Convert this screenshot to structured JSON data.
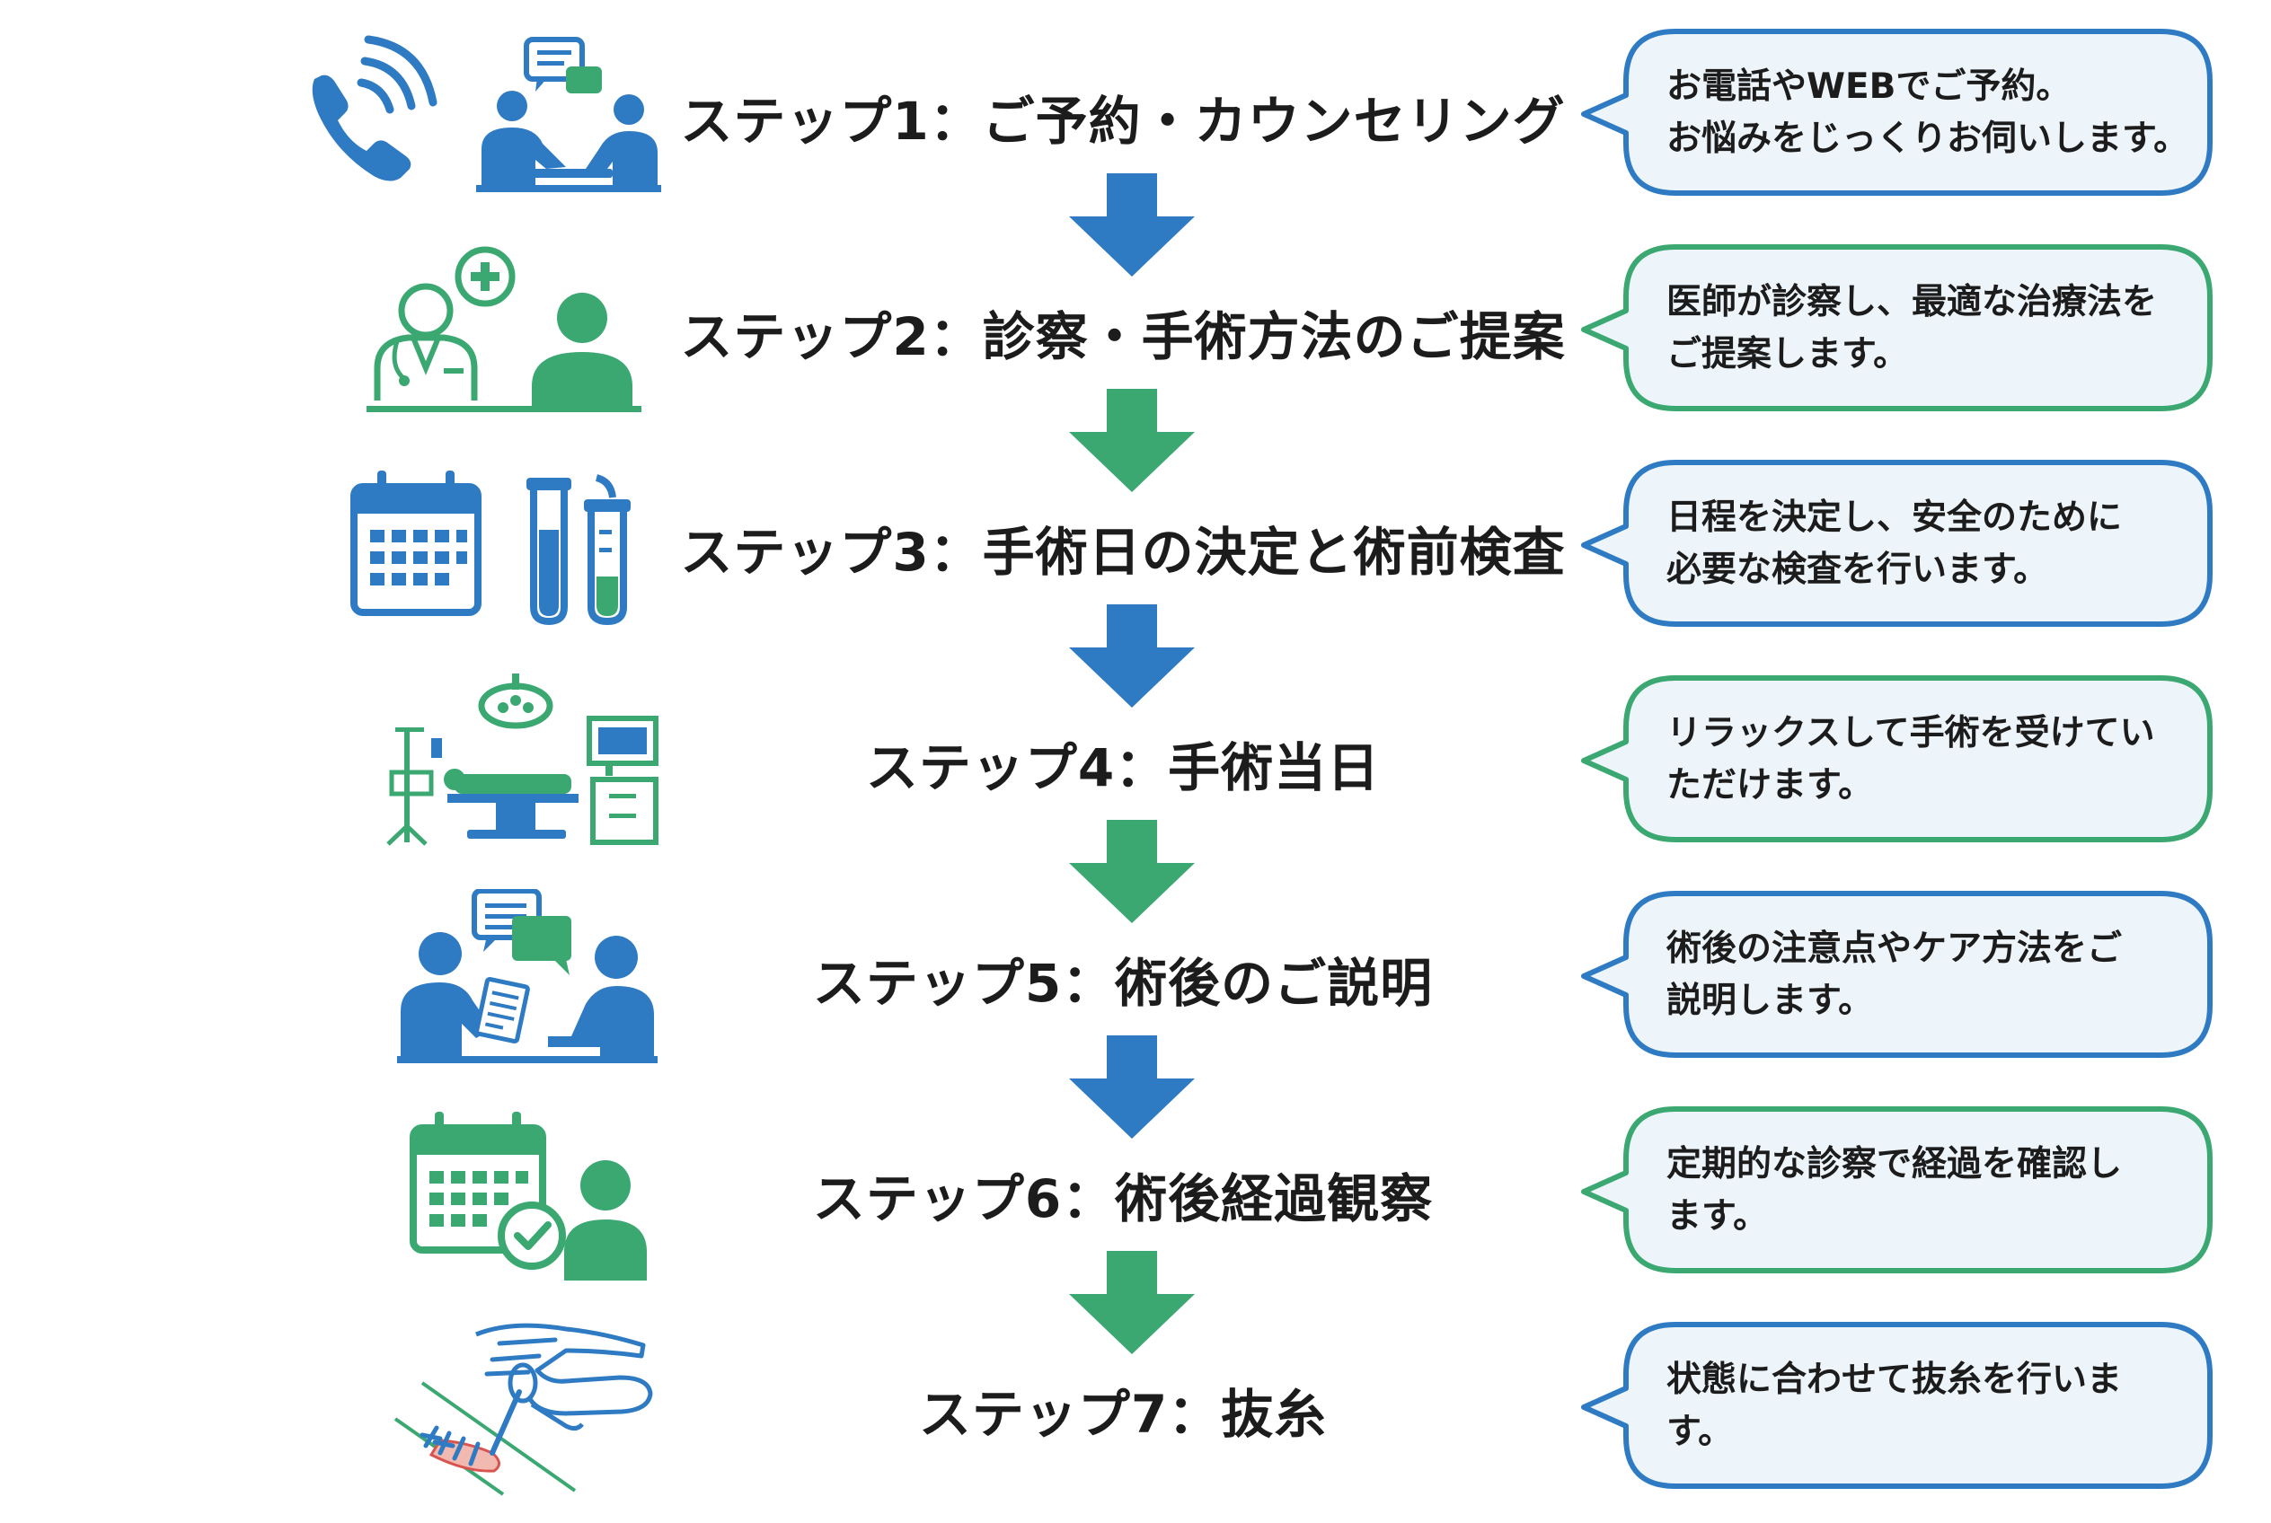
{
  "colors": {
    "blue": "#2E7BC4",
    "green": "#3BA872",
    "bubble_fill": "#EEF5FA",
    "text": "#1c1c1c"
  },
  "steps": [
    {
      "title": "ステップ1：ご予約・カウンセリング",
      "desc": [
        "お電話やWEBでご予約。",
        "お悩みをじっくりお伺いします。"
      ],
      "color": "blue",
      "icons": [
        "phone-icon",
        "counseling-icon"
      ]
    },
    {
      "title": "ステップ2：診察・手術方法のご提案",
      "desc": [
        "医師が診察し、最適な治療法を",
        "ご提案します。"
      ],
      "color": "green",
      "icons": [
        "doctor-icon",
        "patient-icon"
      ]
    },
    {
      "title": "ステップ3：手術日の決定と術前検査",
      "desc": [
        "日程を決定し、安全のために",
        "必要な検査を行います。"
      ],
      "color": "blue",
      "icons": [
        "calendar-icon",
        "test-tube-icon"
      ]
    },
    {
      "title": "ステップ4：手術当日",
      "desc": [
        "リラックスして手術を受けてい",
        "ただけます。"
      ],
      "color": "green",
      "icons": [
        "operating-room-icon"
      ]
    },
    {
      "title": "ステップ5：術後のご説明",
      "desc": [
        "術後の注意点やケア方法をご",
        "説明します。"
      ],
      "color": "blue",
      "icons": [
        "explanation-icon"
      ]
    },
    {
      "title": "ステップ6：術後経過観察",
      "desc": [
        "定期的な診察で経過を確認し",
        "ます。"
      ],
      "color": "green",
      "icons": [
        "calendar-check-icon",
        "patient-icon"
      ]
    },
    {
      "title": "ステップ7：抜糸",
      "desc": [
        "状態に合わせて抜糸を行いま",
        "す。"
      ],
      "color": "blue",
      "icons": [
        "suture-removal-icon"
      ]
    }
  ]
}
